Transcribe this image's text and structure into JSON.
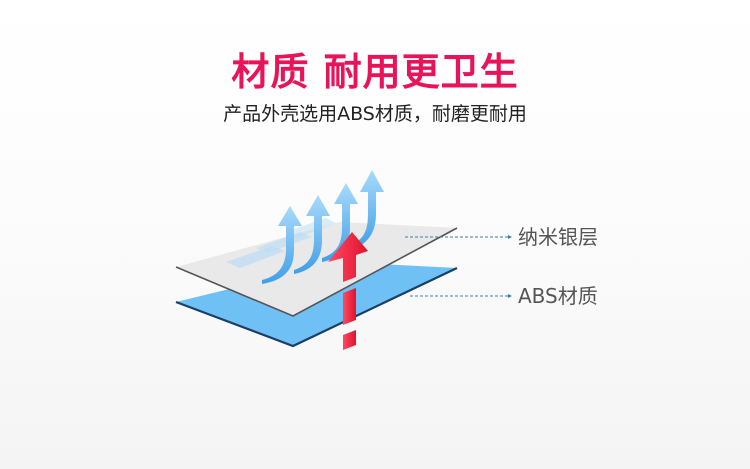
{
  "headline": {
    "text": "材质 耐用更卫生",
    "color": "#e8145a"
  },
  "subheadline": {
    "text": "产品外壳选用ABS材质，耐磨更耐用"
  },
  "diagram": {
    "layers": [
      {
        "name": "nano-silver-layer",
        "label": "纳米银层",
        "color": "#e9e9e9"
      },
      {
        "name": "abs-layer",
        "label": "ABS材质",
        "color": "#6ec0f5"
      }
    ],
    "icons": {
      "blue_arrows": "antibacterial-airflow-arrows-icon",
      "red_arrow": "penetration-arrow-icon"
    },
    "colors": {
      "blue_arrow": "#5ab0ee",
      "red_arrow": "#f2223f",
      "leader_line": "#3a7fa6"
    }
  }
}
